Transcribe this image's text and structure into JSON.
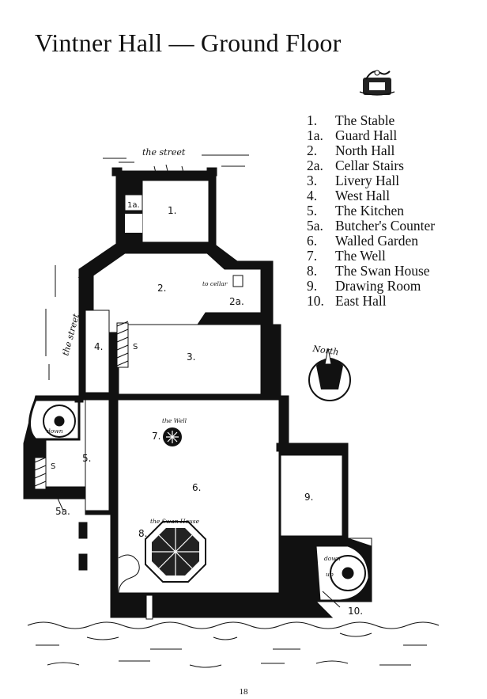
{
  "title": "Vintner Hall — Ground Floor",
  "legend": [
    {
      "num": "1.",
      "name": "The Stable"
    },
    {
      "num": "1a.",
      "name": "Guard Hall"
    },
    {
      "num": "2.",
      "name": "North Hall"
    },
    {
      "num": "2a.",
      "name": "Cellar Stairs"
    },
    {
      "num": "3.",
      "name": "Livery Hall"
    },
    {
      "num": "4.",
      "name": "West Hall"
    },
    {
      "num": "5.",
      "name": "The Kitchen"
    },
    {
      "num": "5a.",
      "name": "Butcher's Counter"
    },
    {
      "num": "6.",
      "name": "Walled Garden"
    },
    {
      "num": "7.",
      "name": "The Well"
    },
    {
      "num": "8.",
      "name": "The Swan House"
    },
    {
      "num": "9.",
      "name": "Drawing Room"
    },
    {
      "num": "10.",
      "name": "East Hall"
    }
  ],
  "map_labels": {
    "street_top": "the street",
    "street_left": "the street",
    "r1": "1.",
    "r1a": "1a.",
    "r2": "2.",
    "r2a": "2a.",
    "r3": "3.",
    "r4": "4.",
    "r5": "5.",
    "r5a": "5a.",
    "r6": "6.",
    "r7": "7.",
    "r8": "8.",
    "r9": "9.",
    "r10": "10.",
    "to_cellar": "to cellar",
    "well": "the Well",
    "swan_house": "the Swan House",
    "down_left": "down",
    "down_right": "down",
    "up_right": "up",
    "stairs_mark": "S",
    "compass": "North"
  },
  "page_number": "18",
  "icons": [
    "swan-emblem-icon",
    "north-compass-icon"
  ]
}
